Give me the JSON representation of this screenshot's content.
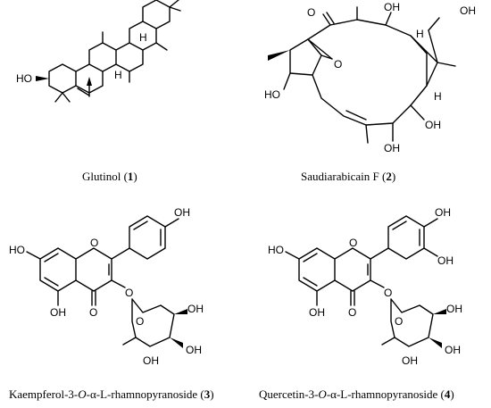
{
  "captions": {
    "c1": {
      "name": "Glutinol (",
      "num": "1",
      "close": ")"
    },
    "c2": {
      "name": "Saudiarabicain F (",
      "num": "2",
      "close": ")"
    },
    "c3": {
      "pre": "Kaempferol-3-",
      "o": "O",
      "mid": "-α-L-rhamnopyranoside (",
      "num": "3",
      "close": ")"
    },
    "c4": {
      "pre": "Quercetin-3-",
      "o": "O",
      "mid": "-α-L-rhamnopyranoside (",
      "num": "4",
      "close": ")"
    }
  },
  "atoms": {
    "g_ho": "HO",
    "g_h1": "H",
    "g_h2": "H",
    "s_o_ketone": "O",
    "s_oh_top1": "OH",
    "s_oh_top2": "OH",
    "s_h_top": "H",
    "s_h_bot": "H",
    "s_epox_o": "O",
    "s_ho_left": "HO",
    "s_oh_bot1": "OH",
    "s_oh_bot2": "OH",
    "k_oh_top": "OH",
    "k_ho_left": "HO",
    "k_o_ring": "O",
    "k_o_link": "O",
    "k_oh_5": "OH",
    "k_o_keto": "O",
    "k_o_sugar": "O",
    "k_oh_s1": "OH",
    "k_oh_s2": "OH",
    "k_oh_s3": "OH",
    "q_oh_top1": "OH",
    "q_oh_top2": "OH",
    "q_ho_left": "HO",
    "q_o_ring": "O",
    "q_o_link": "O",
    "q_oh_5": "OH",
    "q_o_keto": "O",
    "q_o_sugar": "O",
    "q_oh_s1": "OH",
    "q_oh_s2": "OH",
    "q_oh_s3": "OH"
  }
}
